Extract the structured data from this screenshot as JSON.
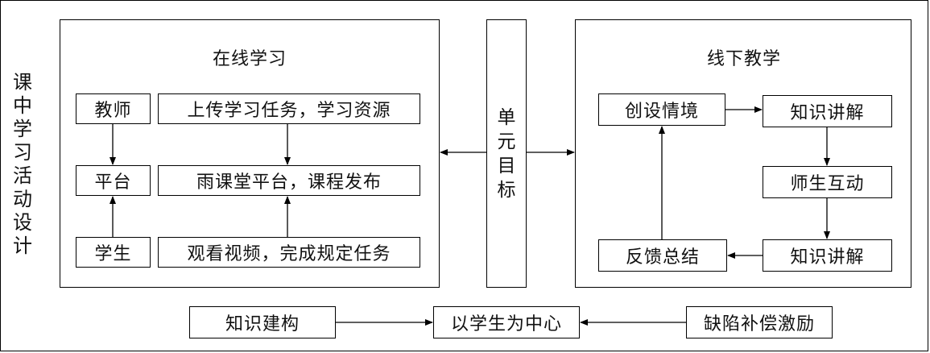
{
  "side_label": [
    "课",
    "中",
    "学",
    "习",
    "活",
    "动",
    "设",
    "计"
  ],
  "online": {
    "title": "在线学习",
    "teacher": "教师",
    "platform": "平台",
    "student": "学生",
    "upload": "上传学习任务，学习资源",
    "rain_class": "雨课堂平台，课程发布",
    "watch": "观看视频，完成规定任务"
  },
  "unit_goal": [
    "单",
    "元",
    "目",
    "标"
  ],
  "offline": {
    "title": "线下教学",
    "create_scene": "创设情境",
    "knowledge_1": "知识讲解",
    "interaction": "师生互动",
    "knowledge_2": "知识讲解",
    "feedback": "反馈总结"
  },
  "bottom": {
    "knowledge_build": "知识建构",
    "student_center": "以学生为中心",
    "deficit_incentive": "缺陷补偿激励"
  }
}
